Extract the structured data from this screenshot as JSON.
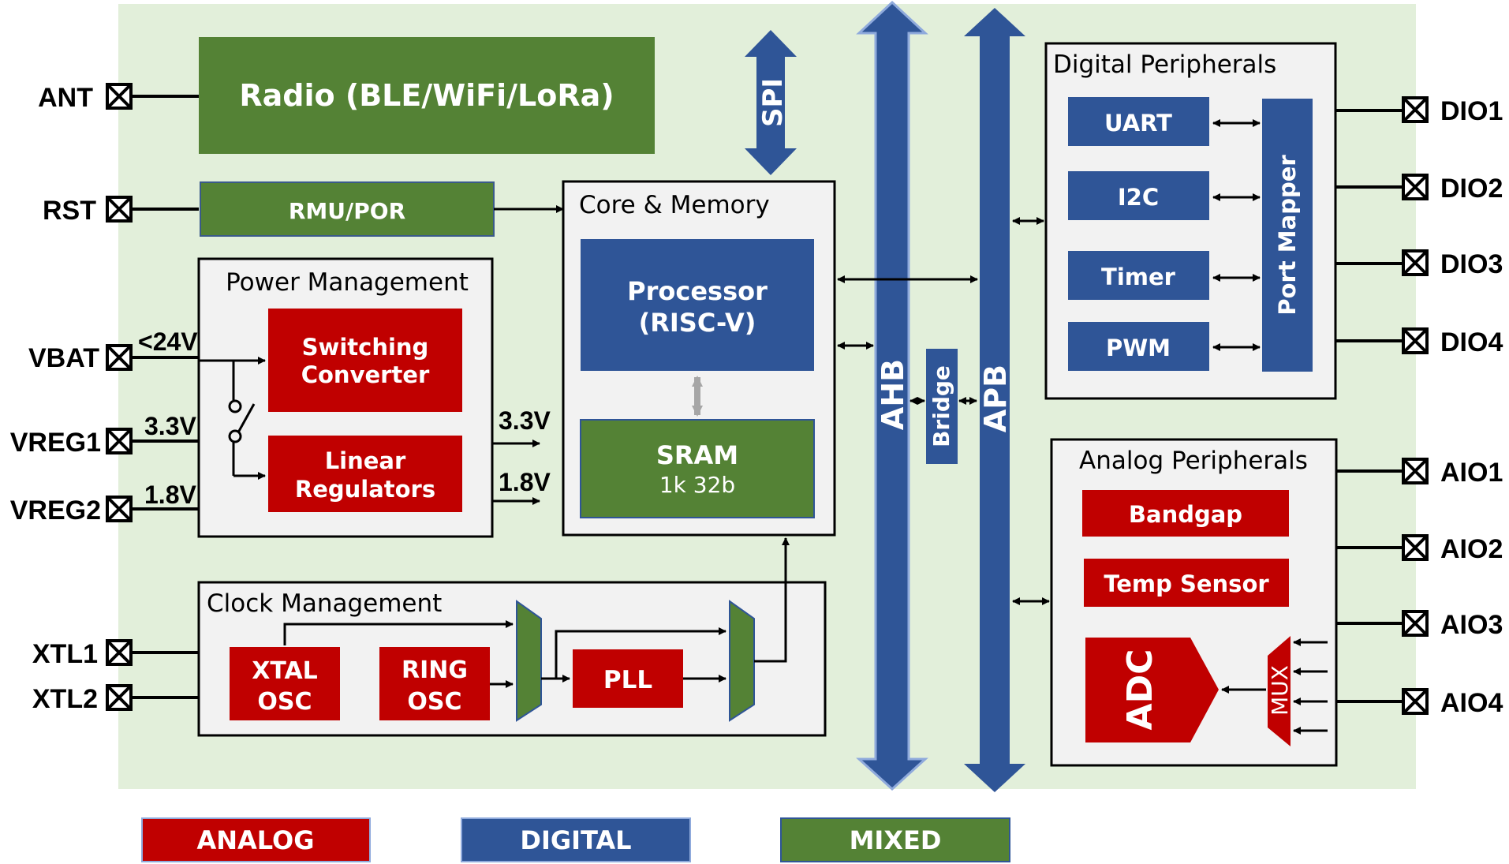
{
  "colors": {
    "analog": "#C00000",
    "digital": "#2F5597",
    "mixed": "#548235",
    "chip_bg": "#E2EFDA",
    "group_bg": "#F2F2F2"
  },
  "pins_left": {
    "ant": "ANT",
    "rst": "RST",
    "vbat": "VBAT",
    "vreg1": "VREG1",
    "vreg2": "VREG2",
    "xtl1": "XTL1",
    "xtl2": "XTL2"
  },
  "pins_right": {
    "dio1": "DIO1",
    "dio2": "DIO2",
    "dio3": "DIO3",
    "dio4": "DIO4",
    "aio1": "AIO1",
    "aio2": "AIO2",
    "aio3": "AIO3",
    "aio4": "AIO4"
  },
  "voltages": {
    "vbat_in": "<24V",
    "vreg1_in": "3.3V",
    "vreg2_in": "1.8V",
    "out_33": "3.3V",
    "out_18": "1.8V"
  },
  "blocks": {
    "radio": "Radio (BLE/WiFi/LoRa)",
    "rmu": "RMU/POR",
    "power_mgmt": "Power Management",
    "switching_1": "Switching",
    "switching_2": "Converter",
    "linear_1": "Linear",
    "linear_2": "Regulators",
    "core_mem": "Core & Memory",
    "processor_1": "Processor",
    "processor_2": "(RISC-V)",
    "sram": "SRAM",
    "sram_size": "1k 32b",
    "clock_mgmt": "Clock Management",
    "xtal_1": "XTAL",
    "xtal_2": "OSC",
    "ring_1": "RING",
    "ring_2": "OSC",
    "pll": "PLL",
    "spi": "SPI",
    "ahb": "AHB",
    "bridge": "Bridge",
    "apb": "APB",
    "digital_periph": "Digital Peripherals",
    "uart": "UART",
    "i2c": "I2C",
    "timer": "Timer",
    "pwm": "PWM",
    "port_mapper": "Port Mapper",
    "analog_periph": "Analog Peripherals",
    "bandgap": "Bandgap",
    "temp_sensor": "Temp Sensor",
    "adc": "ADC",
    "mux": "MUX"
  },
  "legend": {
    "analog": "ANALOG",
    "digital": "DIGITAL",
    "mixed": "MIXED"
  }
}
